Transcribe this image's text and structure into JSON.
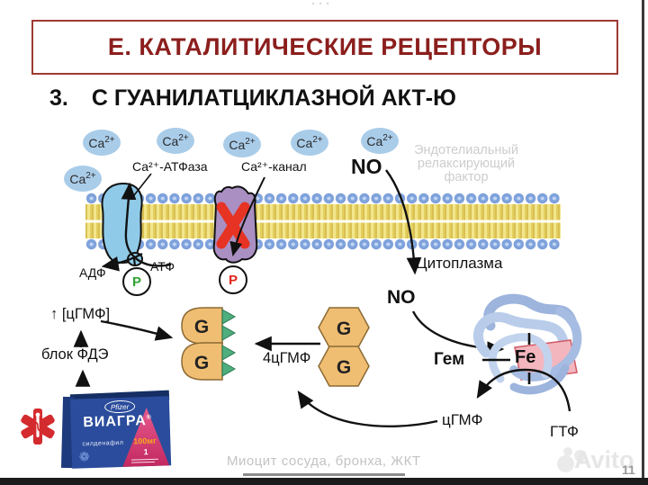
{
  "slide": {
    "top_dots": "···",
    "page_number": "11",
    "watermark": "Avito"
  },
  "title": {
    "text": "Е. КАТАЛИТИЧЕСКИЕ РЕЦЕПТОРЫ"
  },
  "subtitle": {
    "number": "3.",
    "text": "С ГУАНИЛАТЦИКЛАЗНОЙ АКТ-Ю"
  },
  "ions": {
    "ca_base": "Ca",
    "ca_sup": "2+"
  },
  "labels": {
    "atpase": "Са²⁺-АТФаза",
    "channel": "Са²⁺-канал",
    "no_extracellular": "NO",
    "no_cytoplasm": "NO",
    "erf_line1": "Эндотелиальный",
    "erf_line2": "релаксирующий",
    "erf_line3": "фактор",
    "cytoplasm": "Цитоплазма",
    "adp": "АДФ",
    "atp": "АТФ",
    "phosphate": "P",
    "cgmp_increase": "↑ [цГМФ]",
    "pde_block": "блок ФДЭ",
    "four_cgmp": "4цГМФ",
    "g_subunit": "G",
    "heme": "Гем",
    "fe": "Fe",
    "cgmp": "цГМФ",
    "gtp": "ГТФ",
    "myocyte": "Миоцит сосуда, бронха, ЖКТ"
  },
  "viagra": {
    "pfizer": "Pfizer",
    "brand": "ВИАГРА",
    "reg": "®",
    "generic": "силденафил",
    "dose": "100мг",
    "count": "1"
  },
  "colors": {
    "title_red": "#8B1F1D",
    "box_border": "#9E3B33",
    "ca_oval_blue": "#A9CCE9",
    "membrane_head_blue": "#7FA3DD",
    "membrane_tail_yellow": "#F2E68C",
    "atpase_blue": "#8FCBE8",
    "channel_purple": "#A98FC2",
    "blocked_x_red": "#E63323",
    "p_green": "#2FA12F",
    "p_red": "#E02517",
    "g_orange": "#F0BE72",
    "triangle_green": "#4FAE7E",
    "tangle_blue": "#AFC4E8",
    "heme_pink": "#F3B6BE",
    "pack_blue": "#2B4C9C",
    "pack_pink": "#D94F7E",
    "star_of_life_red": "#D42B2E",
    "gray_text": "#C9C9C9"
  }
}
